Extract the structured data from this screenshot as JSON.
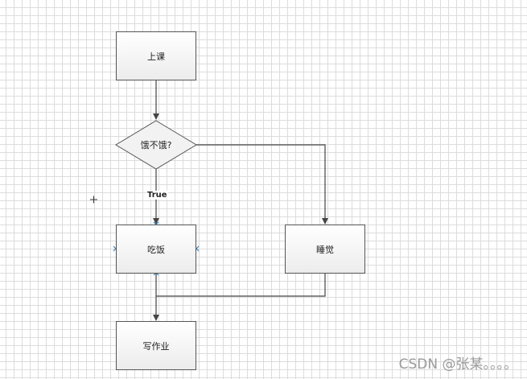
{
  "diagram": {
    "nodes": {
      "start": "上课",
      "decision": "饿不饿?",
      "eat": "吃饭",
      "sleep": "睡觉",
      "end": "写作业"
    },
    "edge_labels": {
      "true": "True"
    }
  },
  "watermark": "CSDN @张某。。。。",
  "colors": {
    "line": "#444444",
    "grid": "#dcdcdc",
    "selection": "#2a7ab8"
  }
}
